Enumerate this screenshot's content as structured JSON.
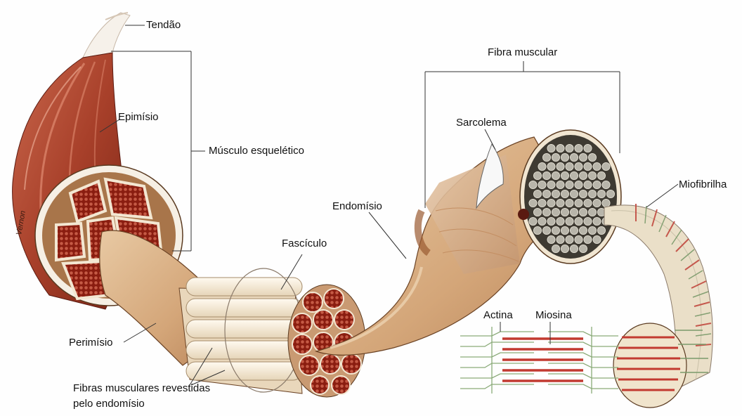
{
  "labels": {
    "tendao": "Tendão",
    "epimisio": "Epimísio",
    "musculo_esqueletico": "Músculo esquelético",
    "perimisio": "Perimísio",
    "fibras_revestidas_line1": "Fibras musculares revestidas",
    "fibras_revestidas_line2": "pelo endomísio",
    "fasciculo": "Fascículo",
    "endomisio": "Endomísio",
    "fibra_muscular": "Fibra muscular",
    "sarcolema": "Sarcolema",
    "miofibrilha": "Miofibrilha",
    "actina": "Actina",
    "miosina": "Miosina",
    "signature": "Vernon"
  },
  "colors": {
    "muscle_red": "#a8402a",
    "muscle_dark": "#7a2415",
    "fascicle_tan": "#d9b089",
    "fiber_cream": "#f3e7d2",
    "endomysium_brown": "#b5753f",
    "myofibril_gray": "#8a8a80",
    "myosin_red": "#c23a30",
    "actin_green": "#7a9a6a"
  }
}
